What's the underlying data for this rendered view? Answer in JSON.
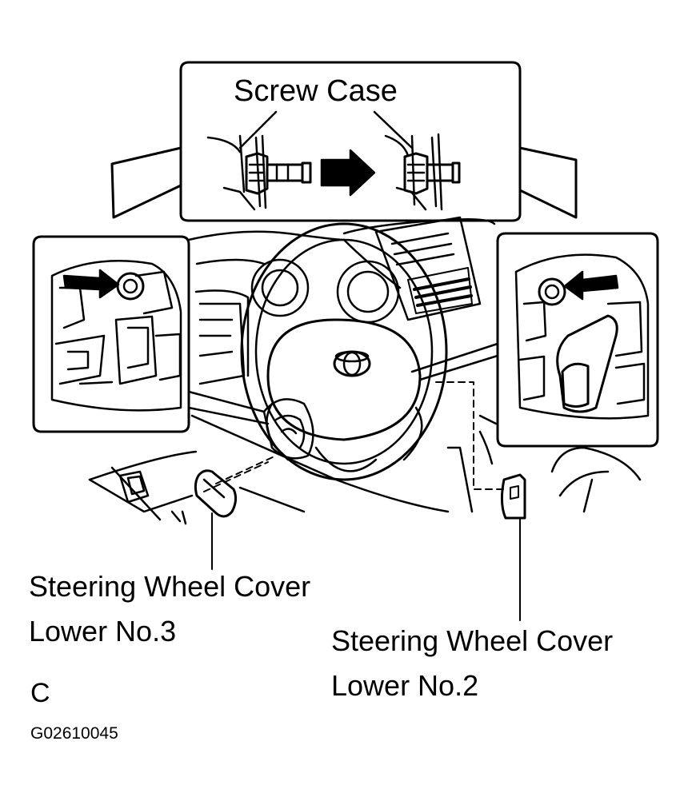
{
  "callouts": {
    "screw_case": "Screw Case",
    "cover_no3_line1": "Steering Wheel Cover",
    "cover_no3_line2": "Lower No.3",
    "cover_no2_line1": "Steering Wheel Cover",
    "cover_no2_line2": "Lower No.2"
  },
  "view_letter": "C",
  "figure_code": "G02610045",
  "colors": {
    "ink": "#000000",
    "paper": "#ffffff"
  }
}
